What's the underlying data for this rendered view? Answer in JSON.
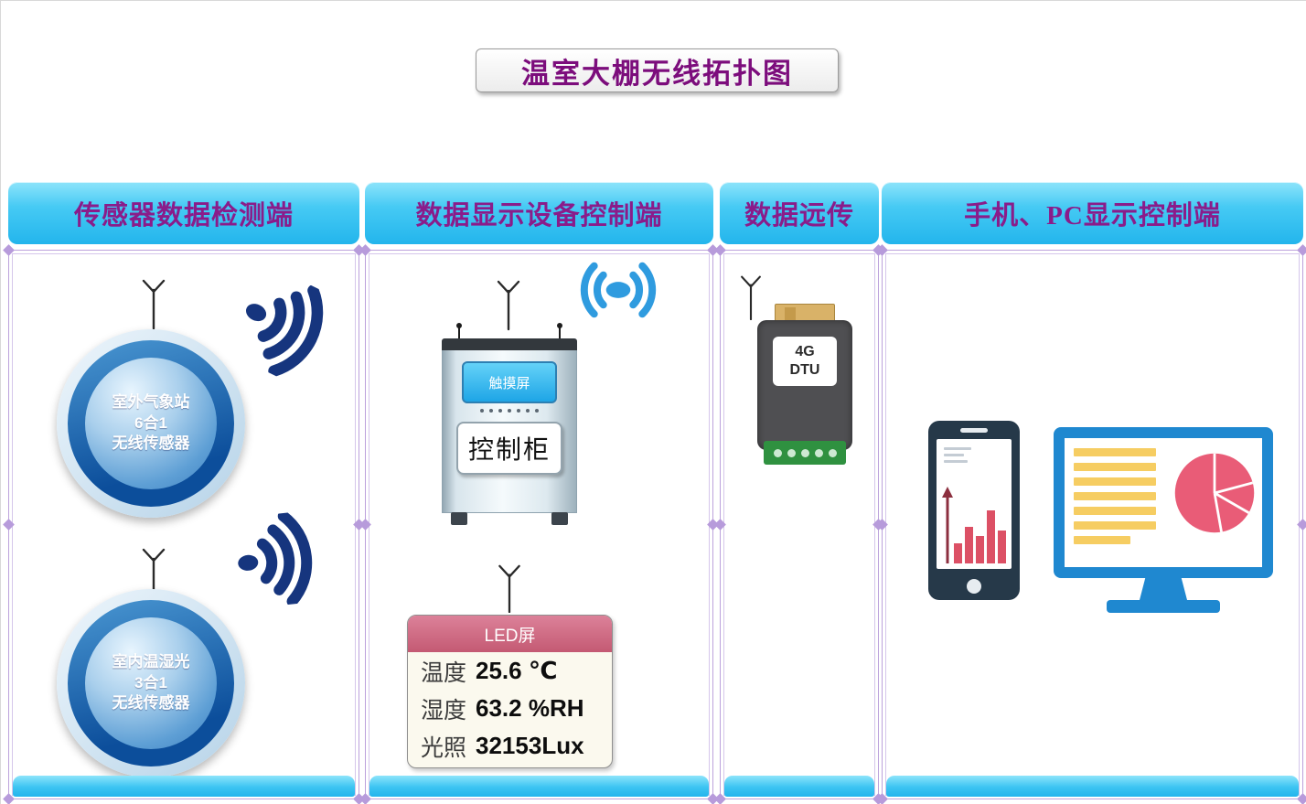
{
  "title": "温室大棚无线拓扑图",
  "columns": [
    {
      "header": "传感器数据检测端"
    },
    {
      "header": "数据显示设备控制端"
    },
    {
      "header": "数据远传"
    },
    {
      "header": "手机、PC显示控制端"
    }
  ],
  "sensors": [
    {
      "lines": [
        "室外气象站",
        "6合1",
        "无线传感器"
      ]
    },
    {
      "lines": [
        "室内温湿光",
        "3合1",
        "无线传感器"
      ]
    }
  ],
  "cabinet": {
    "screen": "触摸屏",
    "label": "控制柜"
  },
  "dtu": {
    "line1": "4G",
    "line2": "DTU"
  },
  "led": {
    "title": "LED屏",
    "rows": [
      {
        "name": "温度",
        "value": "25.6 ℃"
      },
      {
        "name": "湿度",
        "value": "63.2 %RH"
      },
      {
        "name": "光照",
        "value": "32153Lux"
      }
    ]
  },
  "colors": {
    "header_bg": "#2FBCEF",
    "header_text": "#8A1C8A",
    "title_text": "#7C0D7C",
    "frame_purple": "#BCA2DC",
    "wifi_navy": "#16357E",
    "broadcast_blue": "#2F9BDF",
    "sensor_blue": "#0C4E9B",
    "led_header_pink": "#C45A73",
    "dtu_gray": "#4F4F52",
    "dtu_terminal_green": "#2F9140",
    "monitor_blue": "#1F88D0",
    "pie_pink": "#E95C77",
    "bar_red": "#DC5065",
    "line_yellow": "#F6CD62"
  }
}
